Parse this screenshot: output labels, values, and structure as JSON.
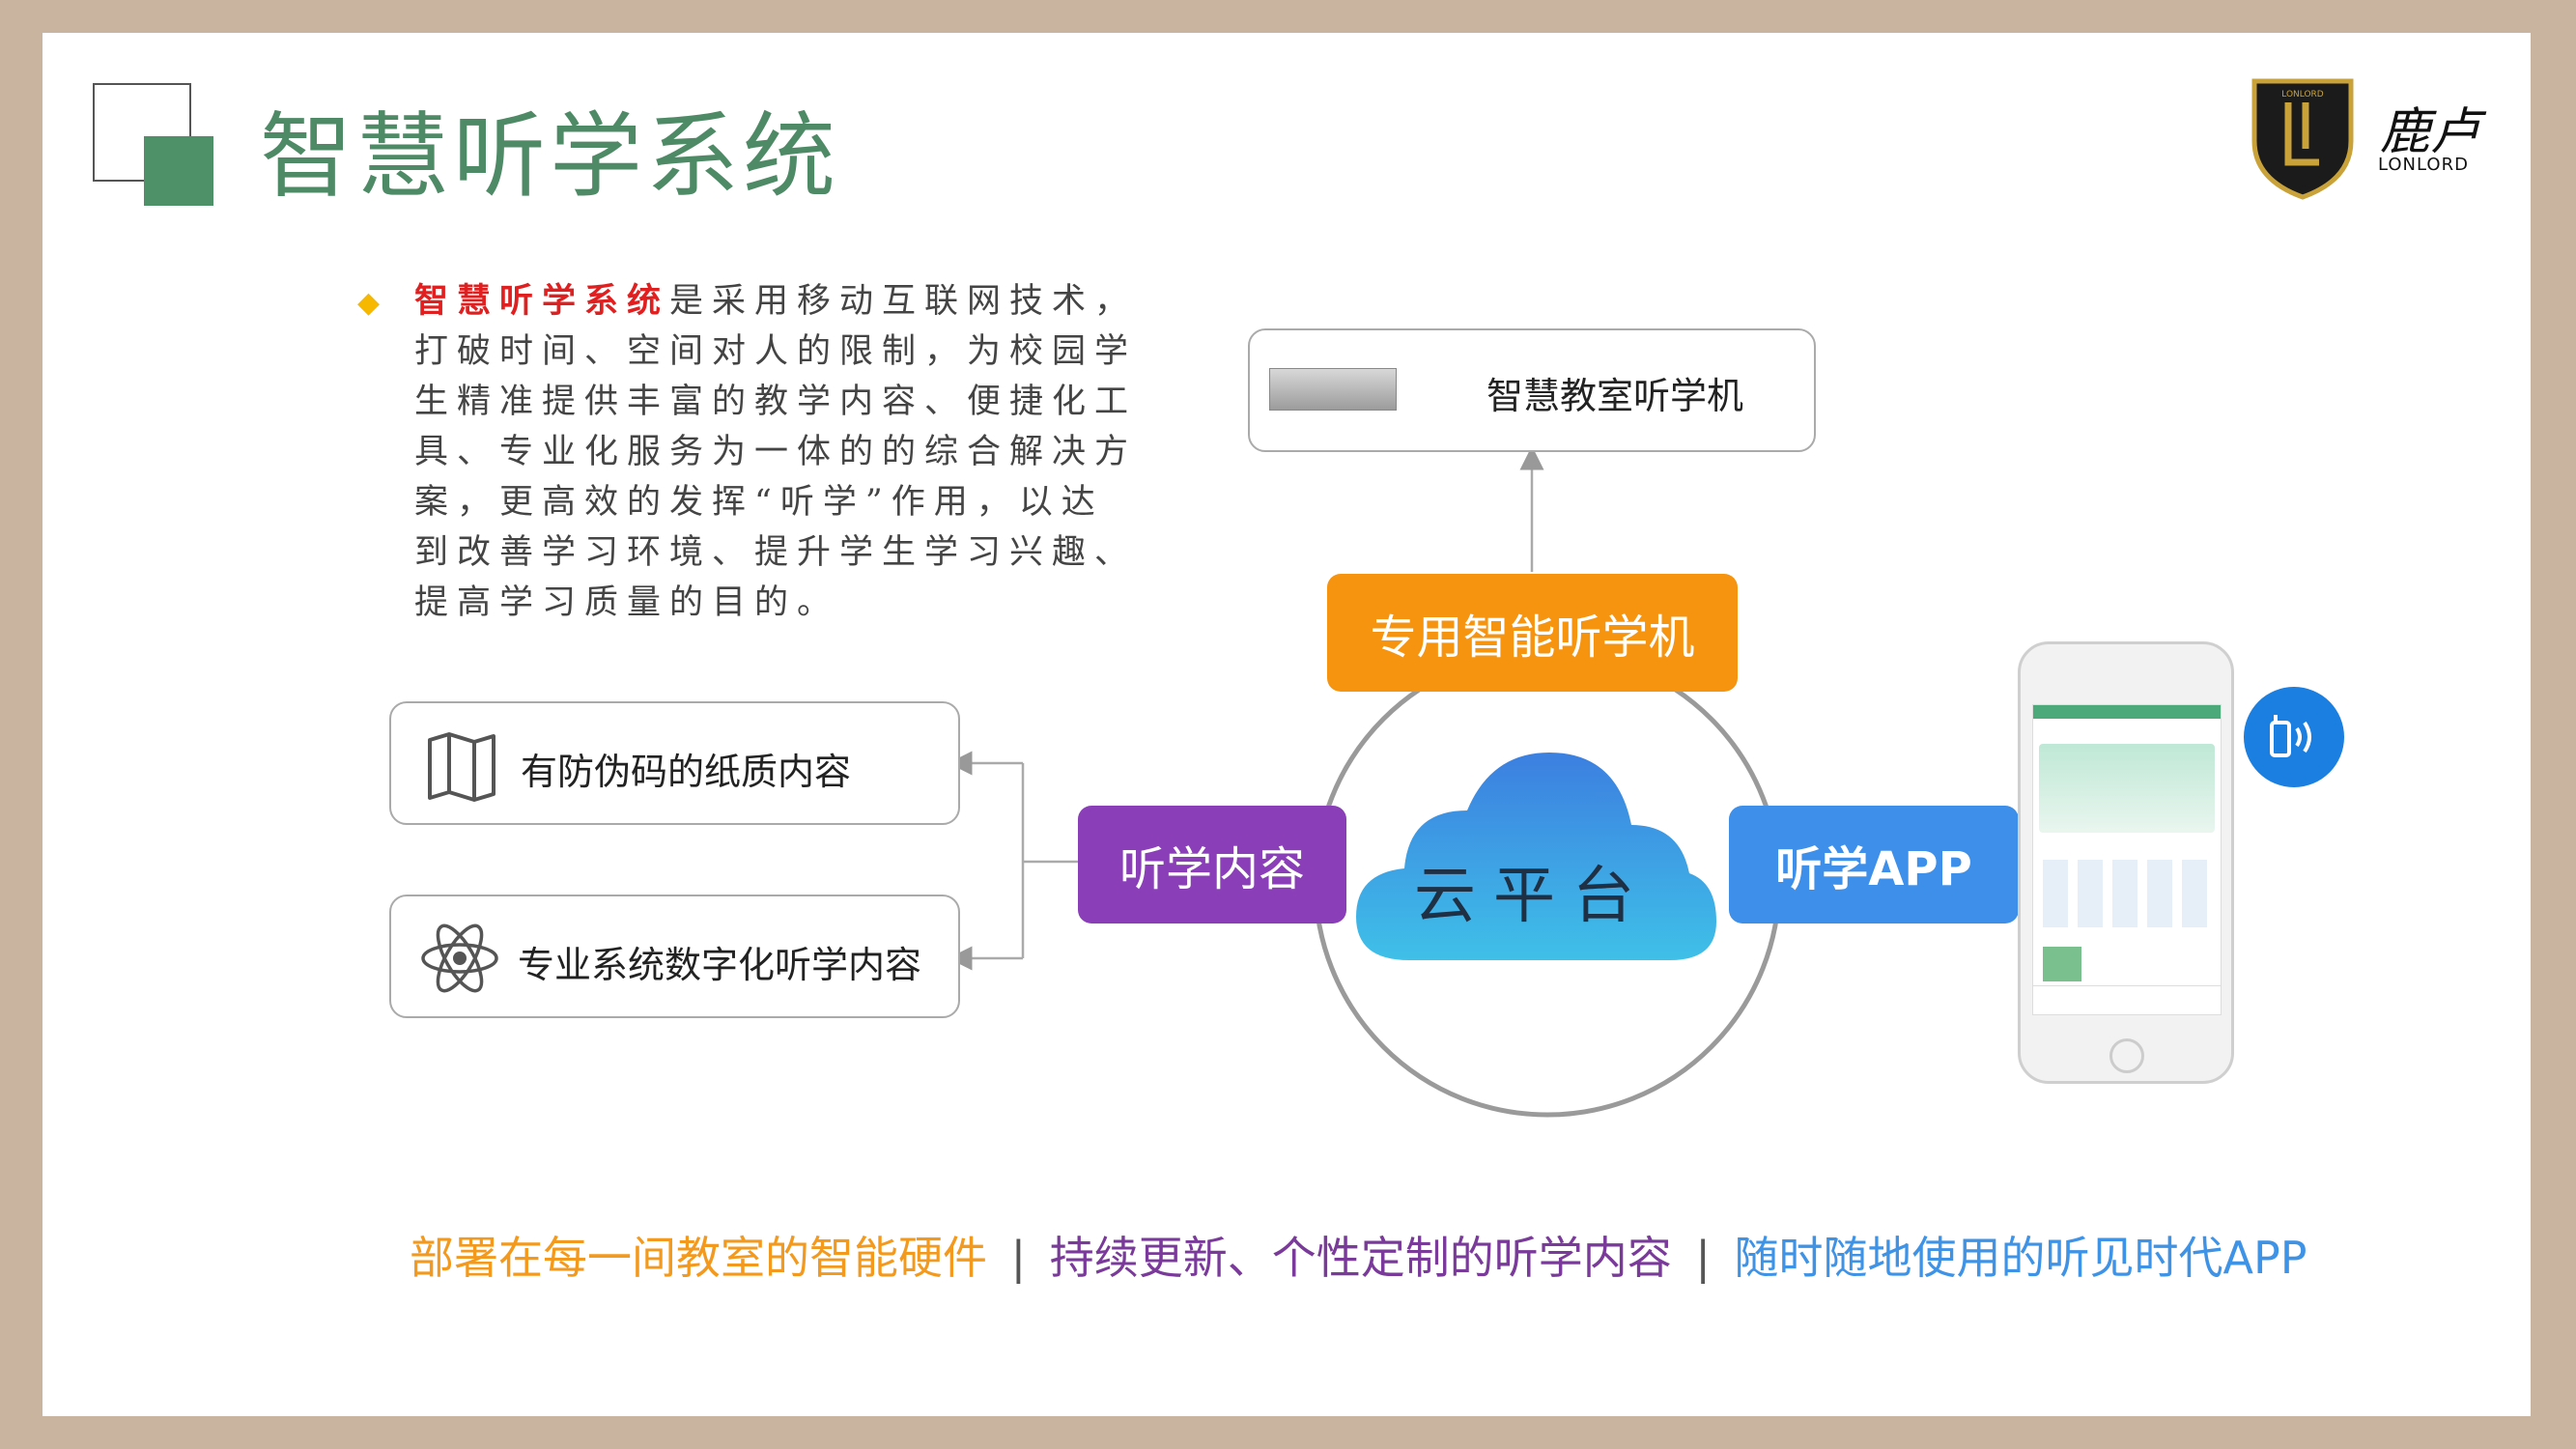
{
  "title": "智慧听学系统",
  "logo": {
    "cn": "鹿卢",
    "en": "LONLORD",
    "badge": "LONLORD"
  },
  "description": {
    "highlight": "智慧听学系统",
    "line1_rest": "是采用移动互联网技术，",
    "line2": "打破时间、空间对人的限制，为校园学",
    "line3": "生精准提供丰富的教学内容、便捷化工",
    "line4": "具、专业化服务为一体的的综合解决方",
    "line5": "案，更高效的发挥“听学”作用，以达",
    "line6": "到改善学习环境、提升学生学习兴趣、",
    "line7": "提高学习质量的目的。"
  },
  "nodes": {
    "device_box": "智慧教室听学机",
    "device_pill": "专用智能听学机",
    "content_pill": "听学内容",
    "app_pill": "听学APP",
    "cloud": "云平台",
    "paper_box": "有防伪码的纸质内容",
    "digital_box": "专业系统数字化听学内容"
  },
  "bottom": {
    "part1": "部署在每一间教室的智能硬件",
    "sep": "|",
    "part2": "持续更新、个性定制的听学内容",
    "part3": "随时随地使用的听见时代APP"
  },
  "colors": {
    "title": "#4e8a66",
    "orange": "#f7940f",
    "purple": "#8a3fb8",
    "blue": "#3d8fea",
    "highlight_red": "#e02020",
    "bottom_orange": "#f39a1e",
    "bottom_purple": "#7a3a9a",
    "bottom_blue": "#3f93e6"
  },
  "icons": {
    "book": "book-icon",
    "atom": "atom-icon",
    "signal": "phone-signal-icon",
    "cloud": "cloud-icon"
  }
}
